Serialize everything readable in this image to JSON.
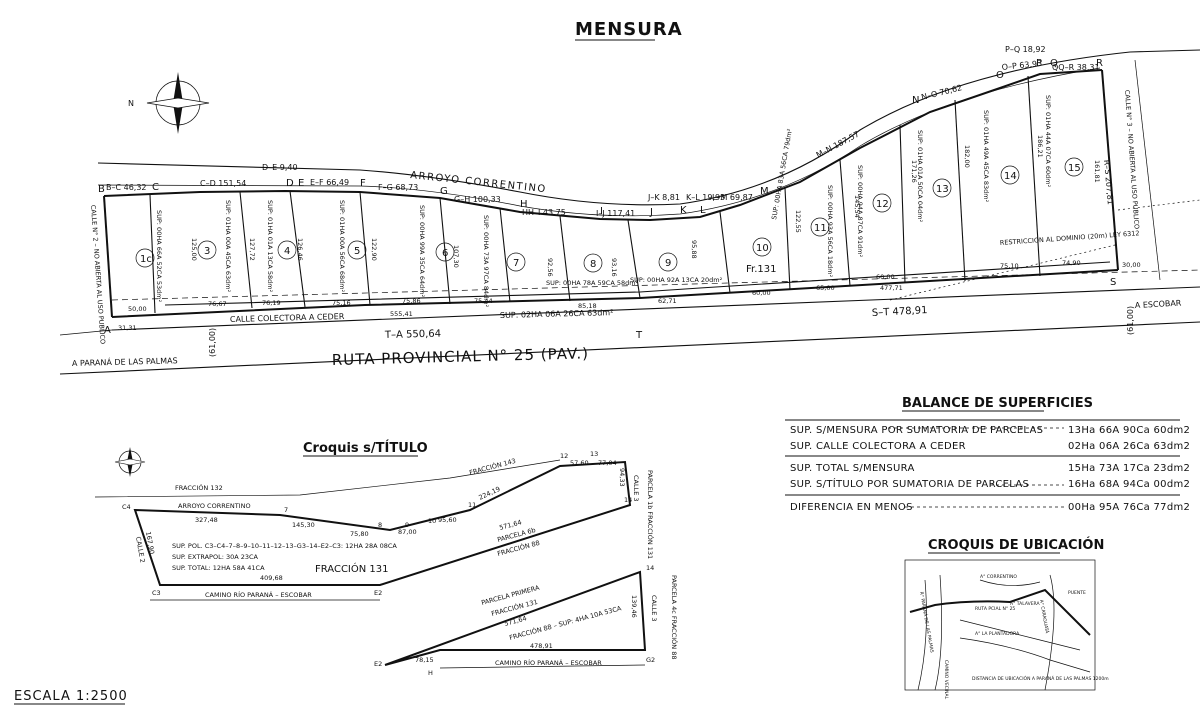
{
  "title": "MENSURA",
  "scale": "ESCALA 1:2500",
  "labels": {
    "arroyo": "ARROYO CORRENTINO",
    "calle_colectora": "CALLE COLECTORA A CEDER",
    "calle_colectora_sup": "SUP: 02HA 06A 26CA 63dm²",
    "ruta": "RUTA PROVINCIAL N° 25 (PAV.)",
    "to_parana": "A PARANÁ DE LAS PALMAS",
    "to_escobar": "A ESCOBAR",
    "restriccion": "RESTRICCION AL DOMINIO (20m) LEY 6312",
    "calle3": "CALLE N° 3 – NO ABIERTA AL USO PUBLICO",
    "calle2": "CALLE N° 2 – NO ABIERTA AL USO PUBLICO",
    "fr131": "Fr.131",
    "dim_61_left": "(61,00)",
    "dim_61_right": "(61,00)",
    "ta": "T–A 550,64",
    "st": "S–T 478,91"
  },
  "points": [
    "A",
    "B",
    "C",
    "D",
    "E",
    "F",
    "G",
    "H",
    "I",
    "J",
    "K",
    "L",
    "M",
    "N",
    "O",
    "P",
    "Q",
    "R",
    "S",
    "T"
  ],
  "top_dims": [
    {
      "id": "bc",
      "text": "B–C 46,32"
    },
    {
      "id": "cd",
      "text": "C–D 151,54"
    },
    {
      "id": "de",
      "text": "D–E 9,40"
    },
    {
      "id": "ef",
      "text": "E–F 66,49"
    },
    {
      "id": "fg",
      "text": "F–G 68,73"
    },
    {
      "id": "gh",
      "text": "G–H 100,33"
    },
    {
      "id": "hi",
      "text": "HH–I 43,75"
    },
    {
      "id": "ij",
      "text": "I–J 117,41"
    },
    {
      "id": "jk",
      "text": "J–K 8,81"
    },
    {
      "id": "kl",
      "text": "K–L 19,93"
    },
    {
      "id": "lm",
      "text": "L–M 69,87"
    },
    {
      "id": "mn",
      "text": "M–N 187,57"
    },
    {
      "id": "no",
      "text": "N–O 70,62"
    },
    {
      "id": "op",
      "text": "O–P 63,93"
    },
    {
      "id": "pq",
      "text": "P–Q 18,92"
    },
    {
      "id": "qr",
      "text": "QQ–R 38,31"
    },
    {
      "id": "rs",
      "text": "R–S 207,81"
    }
  ],
  "parcels": [
    {
      "num": "1c",
      "sup": "SUP: 00HA 66A 52CA 53dm²"
    },
    {
      "num": "3",
      "sup": "SUP: 01HA 00A 45CA 63dm²"
    },
    {
      "num": "4",
      "sup": "SUP: 01HA 01A 13CA 58dm²"
    },
    {
      "num": "5",
      "sup": "SUP: 01HA 00A 56CA 68dm²"
    },
    {
      "num": "6",
      "sup": "SUP: 00HA 99A 35CA 64dm²"
    },
    {
      "num": "7",
      "sup": "SUP: 00HA 73A 97CA 84dm²"
    },
    {
      "num": "8",
      "sup": "SUP: 00HA 78A 59CA 58dm²"
    },
    {
      "num": "9",
      "sup": "SUP: 00HA 92A 13CA 20dm²"
    },
    {
      "num": "10",
      "sup": "SUP: 00HA 83A 56CA 79dm²"
    },
    {
      "num": "11",
      "sup": "SUP: 00HA 93A 56CA 18dm²"
    },
    {
      "num": "12",
      "sup": "SUP: 00HA 94A 87CA 91dm²"
    },
    {
      "num": "13",
      "sup": "SUP: 01HA 01A 50CA 04dm²"
    },
    {
      "num": "14",
      "sup": "SUP: 01HA 49A 45CA 83dm²"
    },
    {
      "num": "15",
      "sup": "SUP: 01HA 44A 07CA 60dm²"
    }
  ],
  "front_dims": [
    "50,00",
    "76,67",
    "76,19",
    "75,16",
    "75,86",
    "75,44",
    "85,18",
    "62,71",
    "60,00",
    "65,00",
    "60,00",
    "477,71",
    "75,10",
    "74,90",
    "30,00",
    "31,31",
    "555,41"
  ],
  "depth_dims": [
    "125,00",
    "127,72",
    "126,46",
    "122,90",
    "107,30",
    "92,56",
    "93,16",
    "95,88",
    "122,55",
    "145,54",
    "171,26",
    "182,00",
    "186,21",
    "161,81"
  ],
  "croquis_titulo": {
    "title": "Croquis s/TÍTULO",
    "fraccion132": "FRACCIÓN 132",
    "fraccion143": "FRACCIÓN 143",
    "fraccion131": "FRACCIÓN 131",
    "parcela6b": "PARCELA 6b",
    "fraccion88": "FRACCIÓN 88",
    "parcela1b": "PARCELA 1b FRACCIÓN 131",
    "arroyo": "ARROYO CORRENTINO",
    "calle2": "CALLE 2",
    "calle3": "CALLE 3",
    "camino": "CAMINO RÍO PARANÁ – ESCOBAR",
    "sup_pol": "SUP. POL. C3–C4–7–8–9–10–11–12–13–G3–14–E2–C3: 12HA 28A 08CA",
    "sup_extrapol": "SUP. EXTRAPOL: 30A 23CA",
    "sup_total": "SUP. TOTAL: 12HA 58A 41CA",
    "dims": [
      "327,48",
      "145,30",
      "75,80",
      "87,00",
      "95,60",
      "224,19",
      "57,60",
      "77,04",
      "94,33",
      "167,90",
      "409,68",
      "571,64"
    ],
    "pts": [
      "C4",
      "C3",
      "E2",
      "7",
      "8",
      "9",
      "10",
      "11",
      "12",
      "13",
      "14"
    ]
  },
  "croquis_parcela": {
    "parcela_primera": "PARCELA PRIMERA",
    "fraccion131": "FRACCIÓN 131",
    "sup": "FRACCIÓN 88 – SUP: 4HA 10A 53CA",
    "parcela4c": "PARCELA 4c FRACCIÓN 88",
    "calle3": "CALLE 3",
    "camino": "CAMINO RÍO PARANÁ – ESCOBAR",
    "dims": [
      "571,64",
      "139,46",
      "78,15",
      "478,91"
    ],
    "pts": [
      "E2",
      "H",
      "14",
      "G2"
    ]
  },
  "balance": {
    "title": "BALANCE DE SUPERFICIES",
    "rows": [
      {
        "label": "SUP. S/MENSURA POR SUMATORIA DE PARCELAS",
        "value": "13Ha 66A 90Ca 60dm2"
      },
      {
        "label": "SUP. CALLE COLECTORA A CEDER",
        "value": "02Ha 06A 26Ca 63dm2"
      },
      {
        "label": "SUP. TOTAL S/MENSURA",
        "value": "15Ha 73A 17Ca 23dm2"
      },
      {
        "label": "SUP. S/TÍTULO POR SUMATORIA DE PARCELAS",
        "value": "16Ha 68A 94Ca 00dm2"
      },
      {
        "label": "DIFERENCIA EN MENOS",
        "value": "00Ha 95A 76Ca 77dm2"
      }
    ]
  },
  "ubicacion": {
    "title": "CROQUIS DE UBICACIÓN",
    "labels": [
      "A° CORRENTINO",
      "RUTA PCIAL N° 25",
      "A° TALAVERA",
      "A° LA PLANTADORA",
      "CAMINO VECINAL",
      "PUENTE",
      "R° PARANÁ DE LAS PALMAS",
      "A° CARAGUATÁ",
      "DISTANCIA DE UBICACIÓN A PARANÁ DE LAS PALMAS 1200m"
    ]
  },
  "north": "N"
}
